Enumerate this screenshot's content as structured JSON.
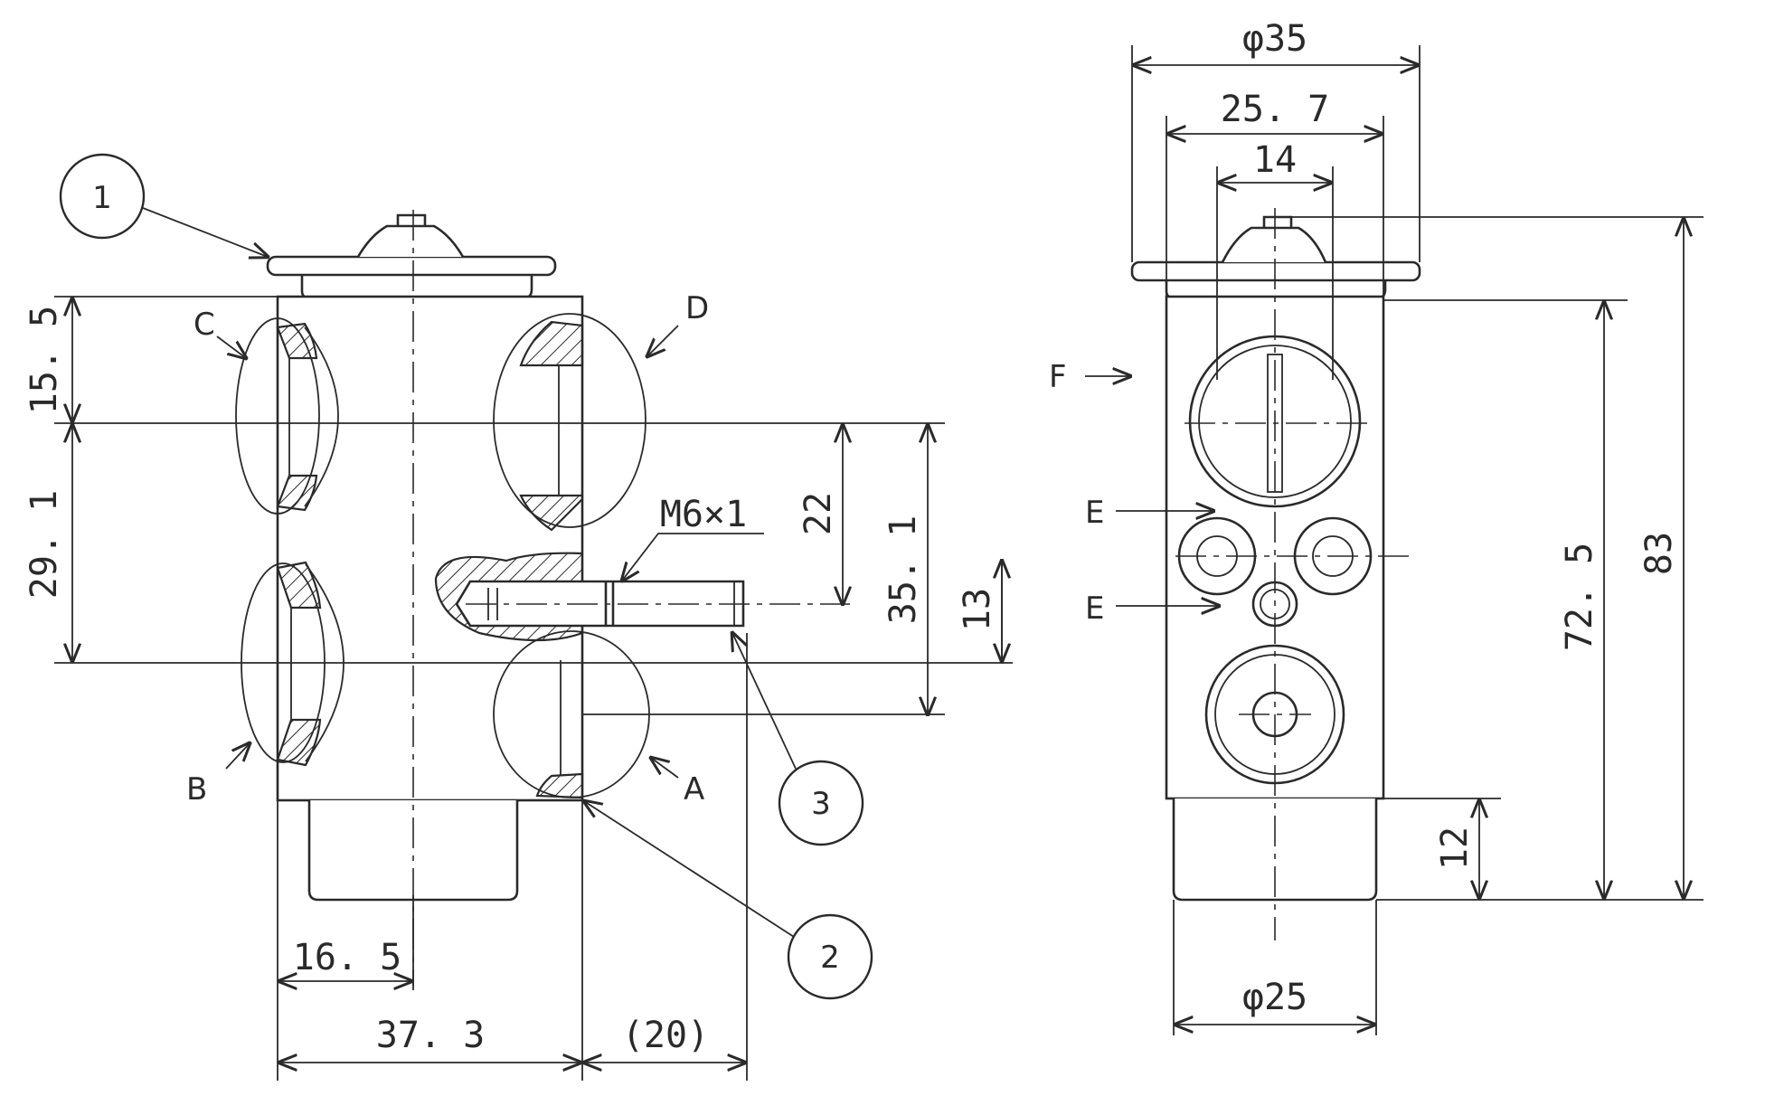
{
  "dimensions": {
    "side": {
      "d15_5": "15. 5",
      "d29_1": "29. 1",
      "d22": "22",
      "d35_1": "35. 1",
      "d13": "13",
      "thread": "M6×1",
      "d16_5": "16. 5",
      "d37_3": "37. 3",
      "d20": "(20)"
    },
    "front": {
      "dia35": "φ35",
      "d25_7": "25. 7",
      "d14": "14",
      "d83": "83",
      "d72_5": "72. 5",
      "d12": "12",
      "dia25": "φ25"
    }
  },
  "labels": {
    "A": "A",
    "B": "B",
    "C": "C",
    "D": "D",
    "E1": "E",
    "E2": "E",
    "F": "F"
  },
  "balloons": [
    "1",
    "2",
    "3"
  ],
  "colors": {
    "ink": "#2a2a2a",
    "paper": "#ffffff"
  }
}
